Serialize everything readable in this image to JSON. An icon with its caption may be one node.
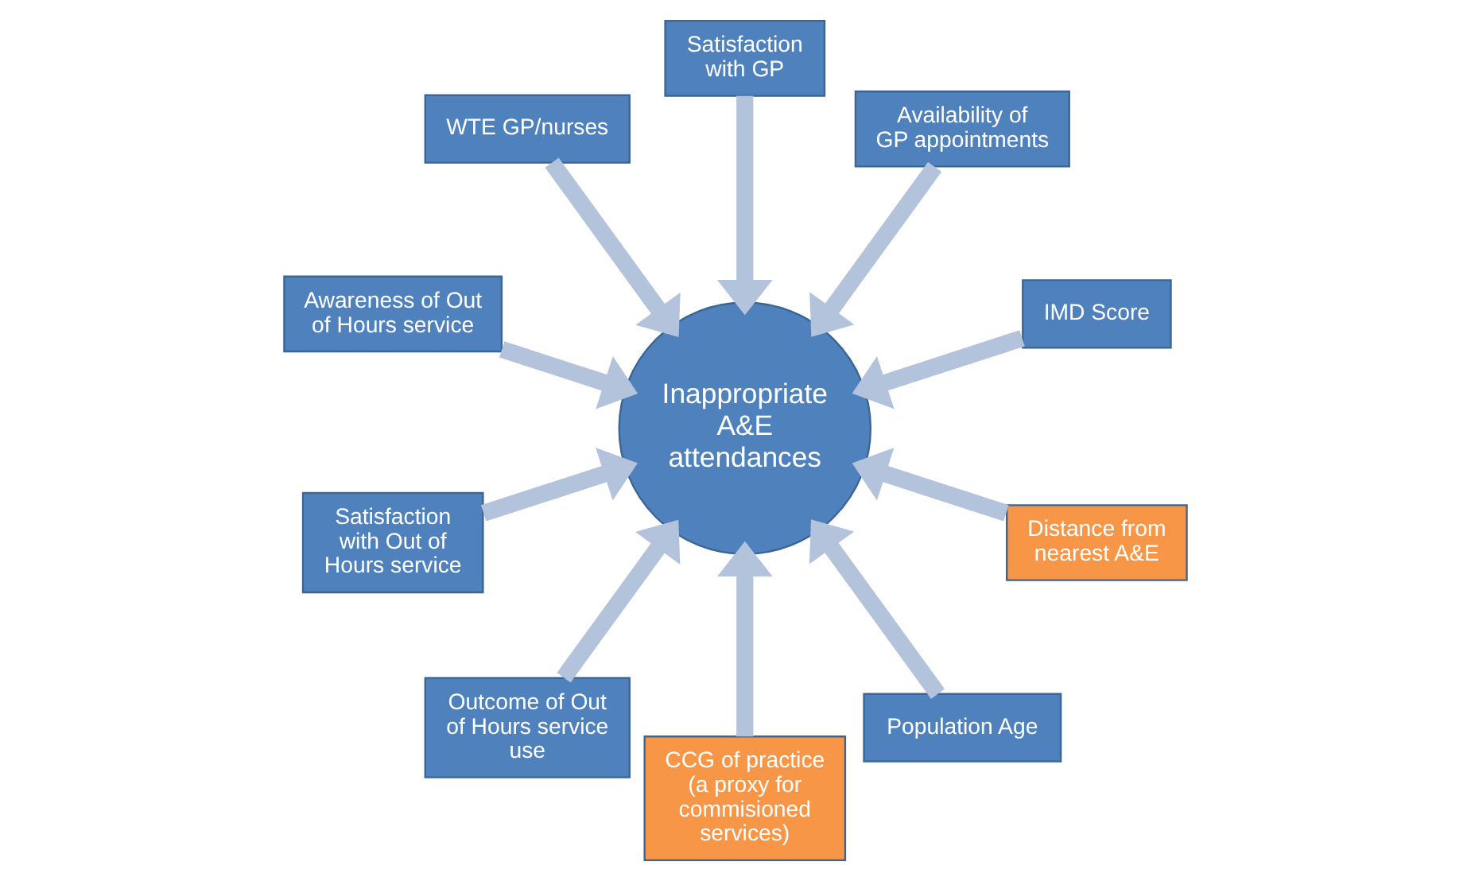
{
  "diagram": {
    "nodes": [
      {
        "text": [
          "IMD Score"
        ]
      },
      {
        "text": [
          "Availability of GP appointments"
        ]
      },
      {
        "text": [
          "Satisfaction with GP"
        ]
      },
      {
        "text": [
          "WTE GP/nurses"
        ]
      },
      {
        "text": [
          "Awareness of Out of Hours service"
        ]
      },
      {
        "text": [
          "Satisfaction with Out of Hours service"
        ]
      },
      {
        "text": [
          "Outcome of Out of Hours service use"
        ]
      },
      {
        "text": [
          "CCG of practice (a proxy for commisioned services)"
        ]
      },
      {
        "text": [
          "Population Age"
        ]
      },
      {
        "text": [
          "Distance from nearest A&E"
        ]
      },
      {
        "text": [
          "Inappropriate A&E attendances"
        ]
      }
    ],
    "edges": [
      {
        "from": 0,
        "to": 10,
        "arrow": "to"
      },
      {
        "from": 1,
        "to": 10,
        "arrow": "to"
      },
      {
        "from": 2,
        "to": 10,
        "arrow": "to"
      },
      {
        "from": 3,
        "to": 10,
        "arrow": "to"
      },
      {
        "from": 4,
        "to": 10,
        "arrow": "to"
      },
      {
        "from": 5,
        "to": 10,
        "arrow": "to"
      },
      {
        "from": 6,
        "to": 10,
        "arrow": "to"
      },
      {
        "from": 7,
        "to": 10,
        "arrow": "to"
      },
      {
        "from": 8,
        "to": 10,
        "arrow": "to"
      },
      {
        "from": 9,
        "to": 10,
        "arrow": "to"
      }
    ]
  }
}
